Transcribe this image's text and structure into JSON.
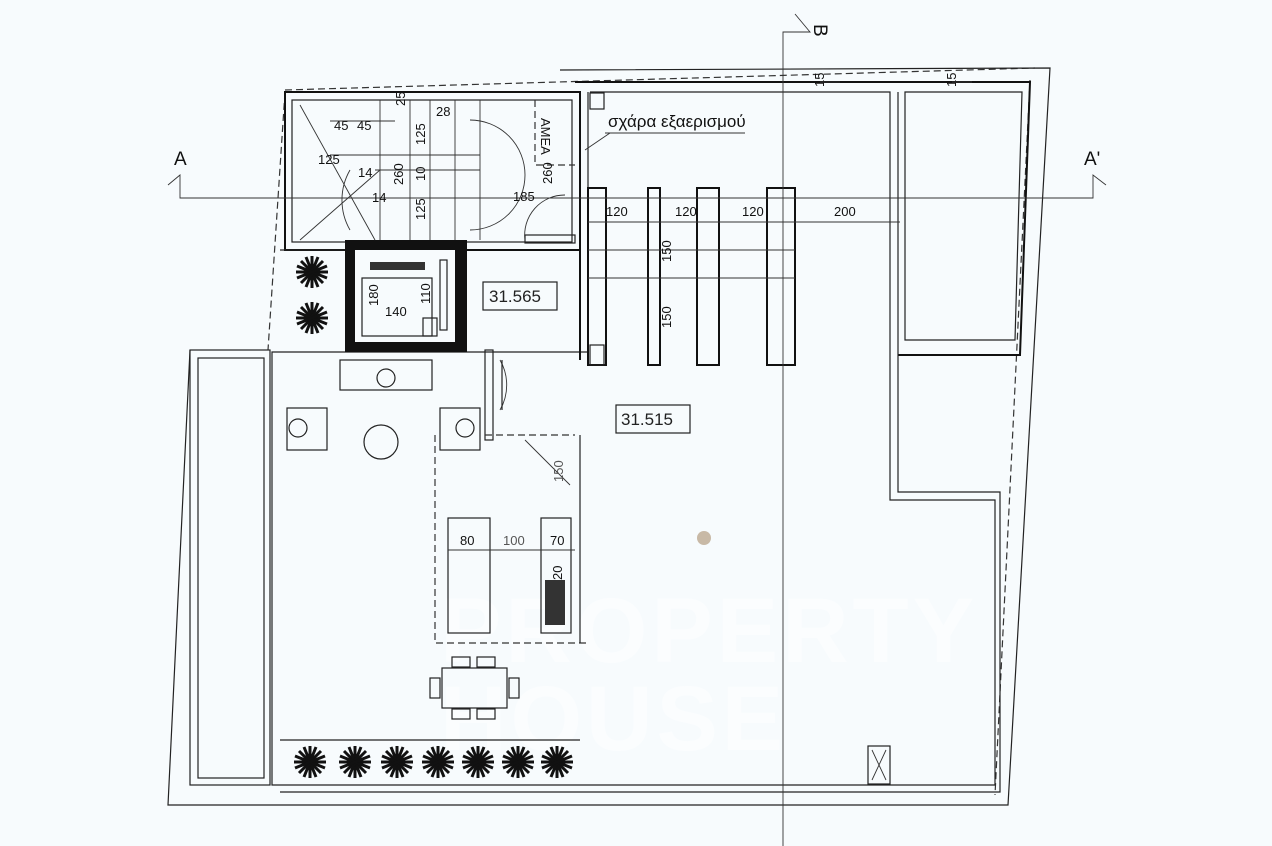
{
  "section_marks": {
    "a_left": "A",
    "a_right": "A'",
    "b_top": "B"
  },
  "levels": {
    "upper": "31.565",
    "lower": "31.515"
  },
  "note": "σχάρα εξαερισμού",
  "stair_label": "AMEA",
  "watermark": {
    "line1": "PROPERTY",
    "line2": "HOUSE"
  },
  "dimensions": {
    "stair": {
      "d45a": "45",
      "d45b": "45",
      "d125a": "125",
      "d14a": "14",
      "d14b": "14",
      "d260a": "260",
      "d125b": "125",
      "d10": "10",
      "d125c": "125",
      "d28": "28",
      "d25": "25",
      "d260b": "260",
      "d185": "185"
    },
    "elevator": {
      "d180": "180",
      "d140": "140",
      "d110": "110"
    },
    "top_right": {
      "d15a": "15",
      "d15b": "15"
    },
    "pergola": {
      "d120a": "120",
      "d120b": "120",
      "d120c": "120",
      "d200": "200",
      "d150a": "150",
      "d150b": "150"
    },
    "kitchen": {
      "d150": "150",
      "d80": "80",
      "d100": "100",
      "d70": "70",
      "d20": "20"
    }
  },
  "colors": {
    "background": "#f7fbfd",
    "line": "#111111",
    "marker": "#c8b9a6"
  }
}
